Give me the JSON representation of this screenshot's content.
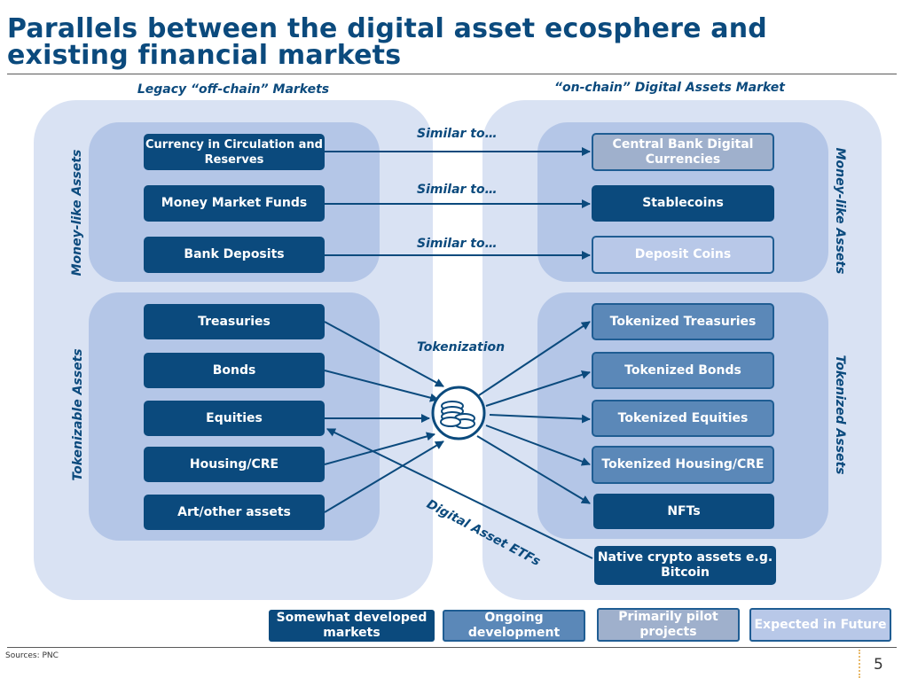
{
  "title": "Parallels between the digital asset ecosphere and existing financial markets",
  "left_header": "Legacy “off-chain” Markets",
  "right_header": "“on-chain” Digital Assets Market",
  "left_side_labels": {
    "money": "Money-like Assets",
    "tokenizable": "Tokenizable Assets"
  },
  "right_side_labels": {
    "money": "Money-like Assets",
    "tokenized": "Tokenized Assets"
  },
  "left_money_items": [
    "Currency in Circulation and Reserves",
    "Money Market Funds",
    "Bank Deposits"
  ],
  "left_token_items": [
    "Treasuries",
    "Bonds",
    "Equities",
    "Housing/CRE",
    "Art/other assets"
  ],
  "right_money_items": [
    "Central Bank Digital Currencies",
    "Stablecoins",
    "Deposit Coins"
  ],
  "right_token_items": [
    "Tokenized Treasuries",
    "Tokenized Bonds",
    "Tokenized Equities",
    "Tokenized Housing/CRE",
    "NFTs"
  ],
  "native_item": "Native crypto assets e.g. Bitcoin",
  "arrow_labels": {
    "similar": "Similar to…",
    "tokenization": "Tokenization",
    "etfs": "Digital Asset ETFs"
  },
  "icon": "coins-icon",
  "legend": [
    "Somewhat developed markets",
    "Ongoing development",
    "Primarily pilot projects",
    "Expected in Future"
  ],
  "colors": {
    "dark": "#0b4a7d",
    "ongoing": "#5b88b8",
    "pilot": "#9fb0cc",
    "future": "#b8c8e8",
    "outer_panel": "#d9e2f3",
    "inner_panel": "#b4c6e7"
  },
  "source": "Sources: PNC",
  "page_number": "5"
}
